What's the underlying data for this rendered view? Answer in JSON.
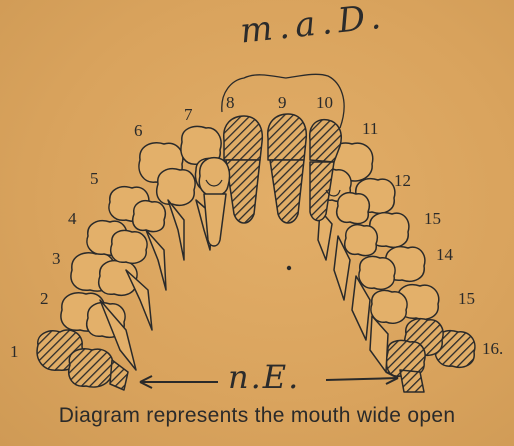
{
  "annotation_top": "m.a.D.",
  "annotation_bottom": "n.E.",
  "caption": "Diagram represents the mouth wide open",
  "tooth_numbers": {
    "n1": "1",
    "n2": "2",
    "n3": "3",
    "n4": "4",
    "n5": "5",
    "n6": "6",
    "n7": "7",
    "n8": "8",
    "n9": "9",
    "n10": "10",
    "n11": "11",
    "n12": "12",
    "n13": "15",
    "n14": "14",
    "n15": "15",
    "n16": "16."
  },
  "colors": {
    "paper": "#dca55f",
    "ink": "#2a2a2a"
  }
}
